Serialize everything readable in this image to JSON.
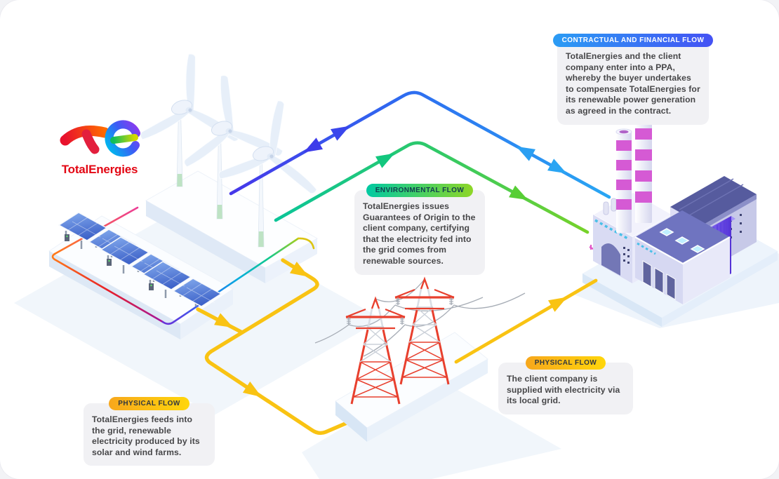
{
  "page": {
    "background": "#FFFFFF",
    "outer_background": "#F2F3F6",
    "card_background": "#F1F1F4"
  },
  "brand": {
    "wordmark": "TotalEnergies",
    "wordmark_color": "#E30613",
    "mark": "te-multicolor-logo-mark"
  },
  "callouts": [
    {
      "id": "contractual-financial",
      "label": "CONTRACTUAL AND FINANCIAL FLOW",
      "body": "TotalEnergies and the client company enter into a PPA, whereby the buyer undertakes to compensate TotalEnergies for its renewable power generation as agreed in the contract.",
      "pill_colors": [
        "#2B9CF4",
        "#4452F4"
      ],
      "pill_text_color": "#FFFFFF"
    },
    {
      "id": "environmental",
      "label": "ENVIRONMENTAL FLOW",
      "body": "TotalEnergies issues Guarantees of Origin to the client company, certifying that the electricity fed into the grid comes from renewable sources.",
      "pill_colors": [
        "#00C9A2",
        "#8ED627"
      ],
      "pill_text_color": "#113D4F"
    },
    {
      "id": "physical-generation",
      "label": "PHYSICAL FLOW",
      "body": "TotalEnergies feeds into the grid, renewable electricity produced by its solar and wind farms.",
      "pill_colors": [
        "#F7A71C",
        "#FFD60B"
      ],
      "pill_text_color": "#32383F"
    },
    {
      "id": "physical-supply",
      "label": "PHYSICAL FLOW",
      "body": "The client company is supplied with electricity via its local grid.",
      "pill_colors": [
        "#F7A71C",
        "#FFD60B"
      ],
      "pill_text_color": "#32383F"
    }
  ],
  "flows": {
    "contractual_financial": {
      "colors": [
        "#4637E9",
        "#29A6F3"
      ],
      "direction": "bidirectional",
      "between": [
        "wind-solar-farm",
        "client-factory"
      ]
    },
    "environmental": {
      "colors": [
        "#0BC598",
        "#77D229"
      ],
      "direction": "one-way",
      "between": [
        "wind-solar-farm",
        "client-factory"
      ]
    },
    "physical": {
      "color": "#F9C313",
      "direction": "one-way",
      "between": [
        "wind-solar-farm",
        "grid-towers",
        "client-factory"
      ]
    }
  },
  "illustration": {
    "wind_turbines": "three-wind-turbines",
    "solar_panels": "three-solar-arrays",
    "grid": "two-red-transmission-towers",
    "client": "factory-with-magenta-striped-chimneys",
    "accent_outline": "rainbow-gradient-platform-outline"
  }
}
